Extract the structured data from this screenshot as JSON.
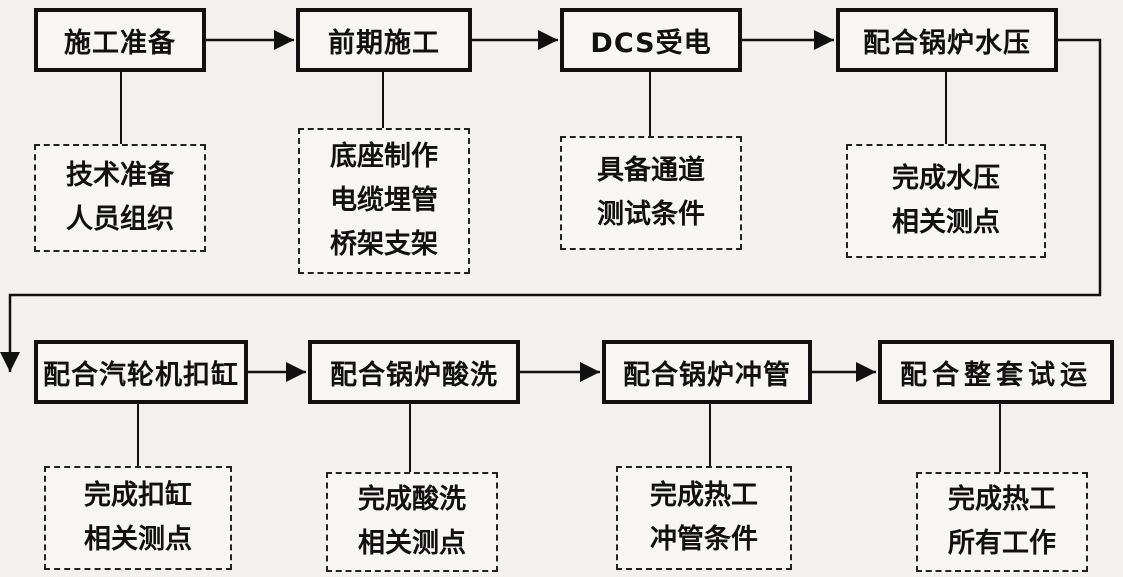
{
  "row1": {
    "steps": [
      "施工准备",
      "前期施工",
      "DCS受电",
      "配合锅炉水压"
    ],
    "details": [
      [
        "技术准备",
        "人员组织"
      ],
      [
        "底座制作",
        "电缆埋管",
        "桥架支架"
      ],
      [
        "具备通道",
        "测试条件"
      ],
      [
        "完成水压",
        "相关测点"
      ]
    ]
  },
  "row2": {
    "steps": [
      "配合汽轮机扣缸",
      "配合锅炉酸洗",
      "配合锅炉冲管",
      "配合整套试运"
    ],
    "details": [
      [
        "完成扣缸",
        "相关测点"
      ],
      [
        "完成酸洗",
        "相关测点"
      ],
      [
        "完成热工",
        "冲管条件"
      ],
      [
        "完成热工",
        "所有工作"
      ]
    ]
  }
}
